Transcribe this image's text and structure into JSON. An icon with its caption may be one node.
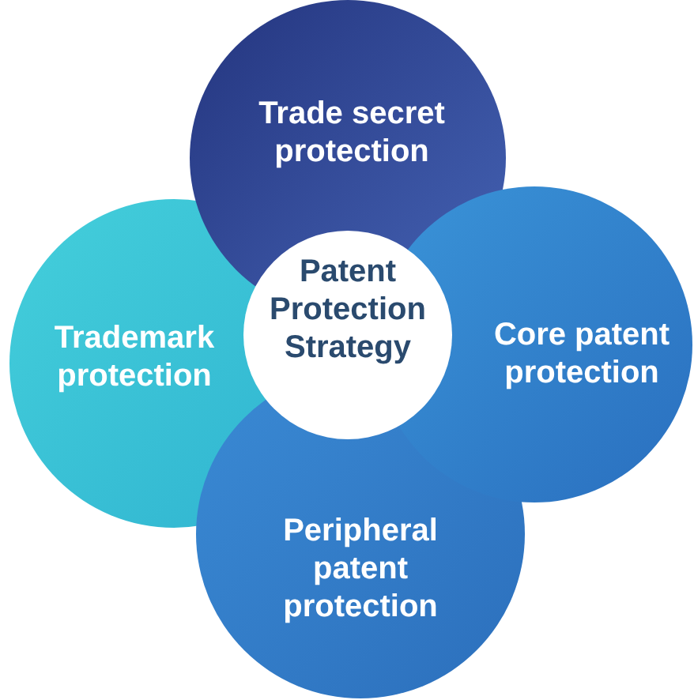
{
  "diagram": {
    "nodes": [
      {
        "text": [
          "Trade secret protection"
        ]
      },
      {
        "text": [
          "Trademark protection"
        ]
      },
      {
        "text": [
          "Patent Protection Strategy"
        ]
      },
      {
        "text": [
          "Core patent protection"
        ]
      },
      {
        "text": [
          "Peripheral patent protection"
        ]
      }
    ],
    "edges": []
  }
}
